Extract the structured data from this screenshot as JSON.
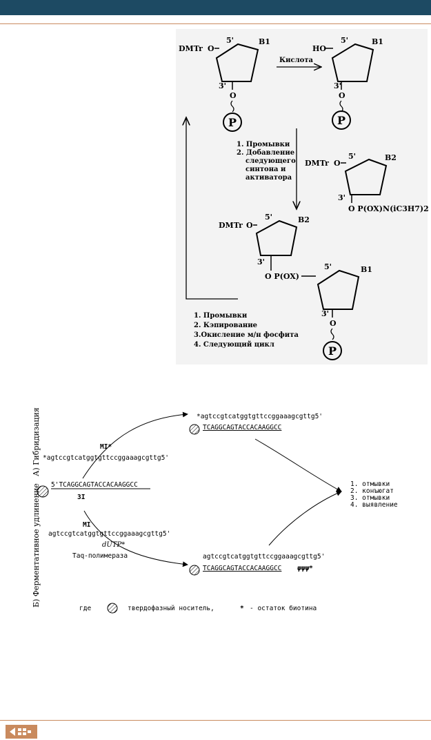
{
  "colors": {
    "header_bar": "#1d4a63",
    "rule": "#c98a5e",
    "logo": "#c98a5e"
  },
  "figure1": {
    "labels": {
      "dmtr": "DMTr",
      "ho": "HO",
      "o": "O",
      "five_prime": "5'",
      "three_prime": "3'",
      "b1": "B1",
      "b2": "B2",
      "p": "P",
      "acid": "Кислота",
      "amidite_phosphorus": "O P(OX)N(iC3H7)2",
      "phosphite": "O P(OX)"
    },
    "wash_add_steps": [
      "1.  Промывки",
      "2.  Добавление",
      "следующего",
      "синтона и",
      "активатора"
    ],
    "cycle_steps": [
      "1. Промывки",
      "2. Кэпирование",
      "3.Окисление м/н фосфита",
      "4. Следующий цикл"
    ]
  },
  "figure2": {
    "section_a": "А) Гибридизация",
    "section_b": "Б) Ферментативное удлинение",
    "probe_seq": "agtccgtcatggtgttccggaaagcgttg5'",
    "probe_seq_biotin": "*agtccgtcatggtgttccggaaagcgttg5'",
    "mi_star": "MI*",
    "mi": "MI",
    "oligo_5": "5'TCAGGCAGTACCACAAGGCC",
    "oligo": "TCAGGCAGTACCACAAGGCC",
    "oligo_label": "3I",
    "dutp": "dUTP*",
    "polymerase": "Taq-полимераза",
    "extension_tail": "ψψψ*",
    "steps": [
      "1. отмывки",
      "2. конъюгат",
      "3. отмывки",
      "4. выявление"
    ],
    "legend_where": "где",
    "legend_carrier": "твердофазный носитель,",
    "legend_star": "*",
    "legend_biotin": "- остаток биотина"
  }
}
